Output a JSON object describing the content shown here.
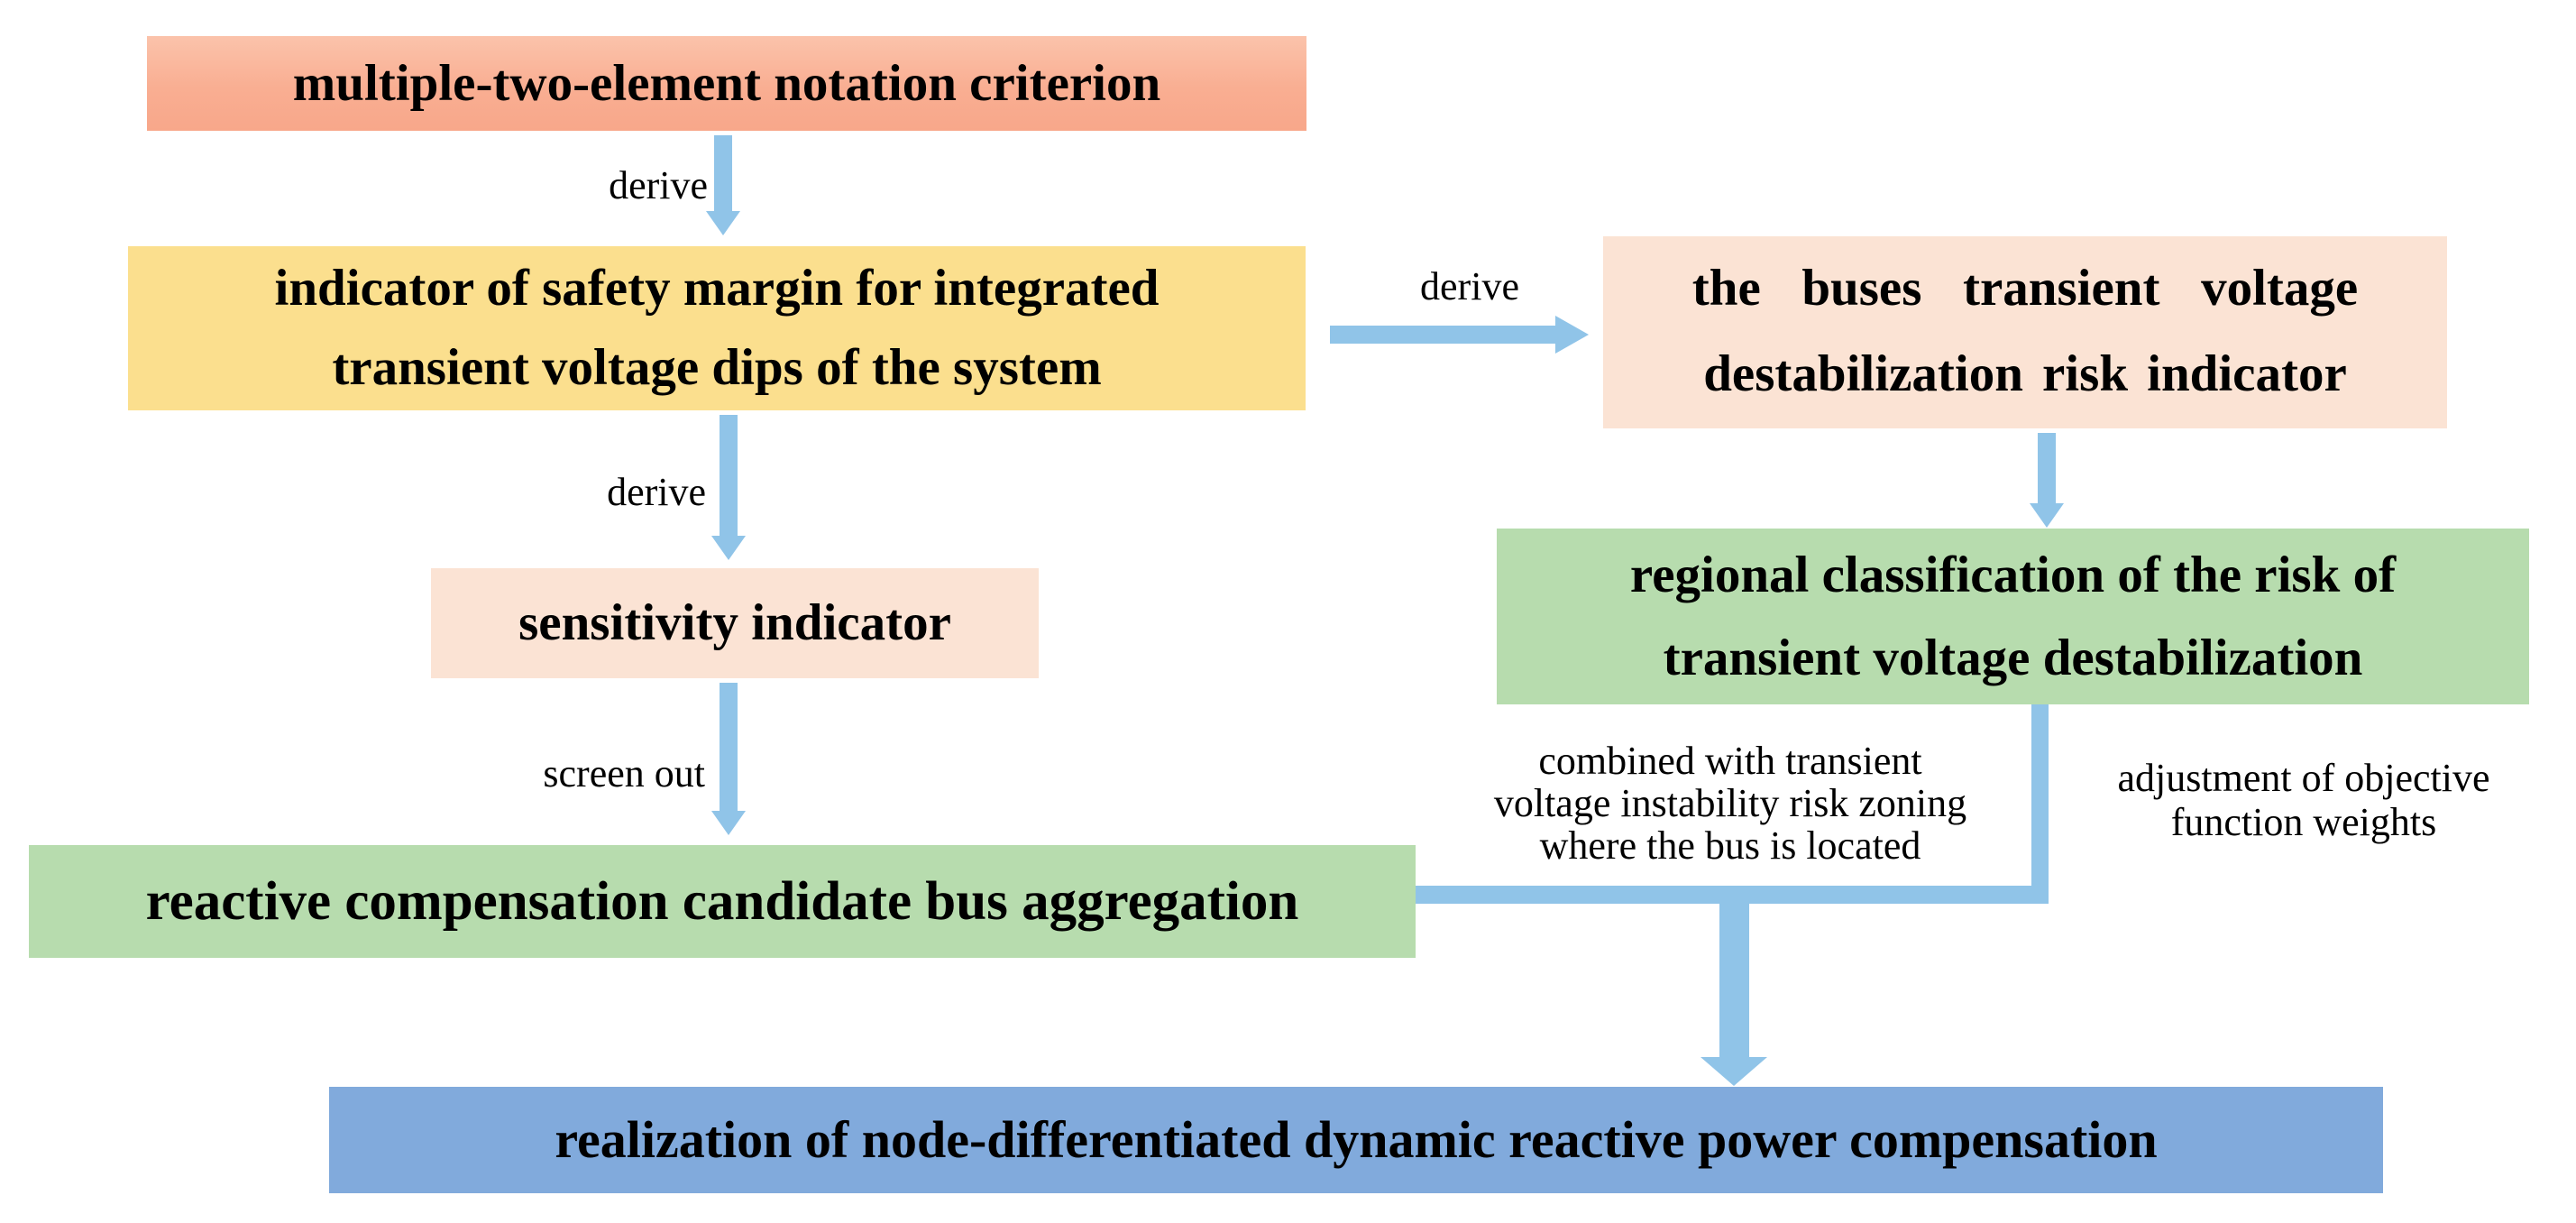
{
  "diagram": {
    "boxes": {
      "criterion": {
        "text": "multiple-two-element notation criterion",
        "color": "#f9ae92"
      },
      "safety_margin": {
        "line1": "indicator of safety margin for integrated",
        "line2": "transient voltage dips of the system",
        "color": "#fbdf8e"
      },
      "risk_indicator": {
        "line1": "the buses transient voltage",
        "line2": "destabilization risk indicator",
        "color": "#fbe3d4"
      },
      "sensitivity": {
        "text": "sensitivity indicator",
        "color": "#fbe3d4"
      },
      "regional": {
        "line1": "regional classification of the risk of",
        "line2": "transient voltage destabilization",
        "color": "#b7dcae"
      },
      "candidate_bus": {
        "text": "reactive compensation candidate bus aggregation",
        "color": "#b7dcae"
      },
      "realization": {
        "text": "realization of node-differentiated dynamic reactive power compensation",
        "color": "#81aadc"
      }
    },
    "labels": {
      "derive_1": "derive",
      "derive_2": "derive",
      "derive_3": "derive",
      "screen_out": "screen out",
      "combined": {
        "line1": "combined with transient",
        "line2": "voltage instability risk zoning",
        "line3": "where the bus is located"
      },
      "adjustment": {
        "line1": "adjustment of objective",
        "line2": "function weights"
      }
    },
    "colors": {
      "arrow": "#90c4e8",
      "salmon_gradient_top": "#fbc3ab",
      "salmon_gradient_bottom": "#f8a78a",
      "yellow": "#fbdf8e",
      "peach": "#fbe3d4",
      "green": "#b7dcae",
      "blue": "#81aadc",
      "text": "#000000"
    }
  }
}
